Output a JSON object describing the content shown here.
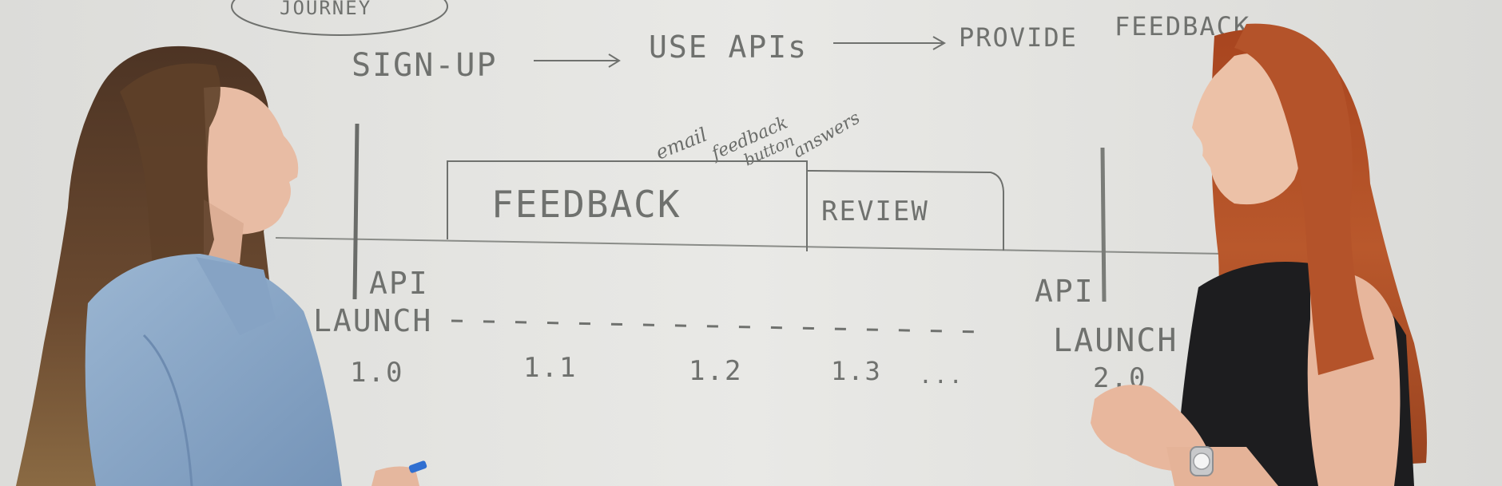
{
  "whiteboard": {
    "heading": "JOURNEY",
    "flow": [
      "SIGN-UP",
      "USE APIs",
      "PROVIDE",
      "FEEDBACK"
    ],
    "box_left": "FEEDBACK",
    "box_right": "REVIEW",
    "notes": [
      "email",
      "feedback",
      "button",
      "answers"
    ],
    "api_left": "API",
    "launch_left": "LAUNCH",
    "api_right": "API",
    "launch_right": "LAUNCH",
    "versions": [
      "1.0",
      "1.1",
      "1.2",
      "1.3",
      "..."
    ],
    "version_right": "2.0"
  },
  "colors": {
    "wall": "#d9d9d6",
    "board": "#e6e6e3",
    "ink": "#6f716e",
    "denim": "#8aa7c6",
    "brown_hair": "#5a3c28",
    "red_hair": "#b0502a",
    "black_top": "#1b1b1d",
    "skin": "#e7b9a0"
  }
}
